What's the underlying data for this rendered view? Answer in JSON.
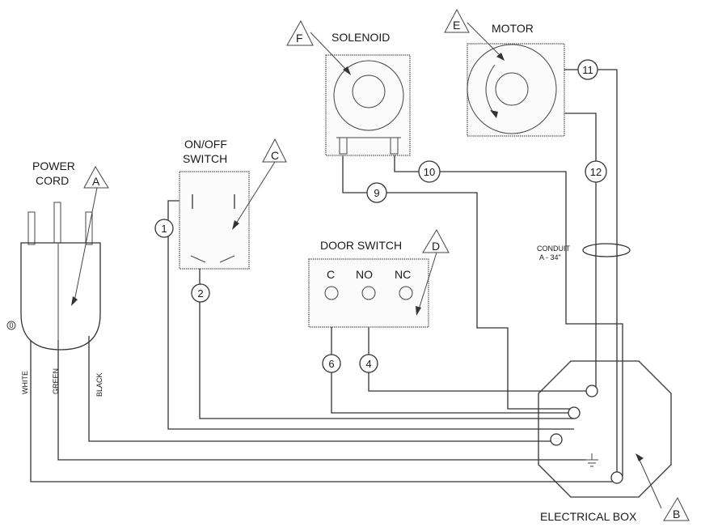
{
  "components": {
    "power_cord": {
      "label_line1": "POWER",
      "label_line2": "CORD",
      "tag": "A"
    },
    "electrical_box": {
      "label": "ELECTRICAL BOX",
      "tag": "B"
    },
    "onoff_switch": {
      "label_line1": "ON/OFF",
      "label_line2": "SWITCH",
      "tag": "C"
    },
    "door_switch": {
      "label": "DOOR SWITCH",
      "tag": "D",
      "terminals": [
        "C",
        "NO",
        "NC"
      ]
    },
    "motor": {
      "label": "MOTOR",
      "tag": "E"
    },
    "solenoid": {
      "label": "SOLENOID",
      "tag": "F"
    }
  },
  "wires": {
    "white": "WHITE",
    "green": "GREEN",
    "black": "BLACK",
    "numbers": [
      "1",
      "2",
      "4",
      "6",
      "9",
      "10",
      "11",
      "12"
    ]
  },
  "conduit": {
    "line1": "CONDUIT",
    "line2": "A - 34\""
  },
  "small_marker": "0"
}
